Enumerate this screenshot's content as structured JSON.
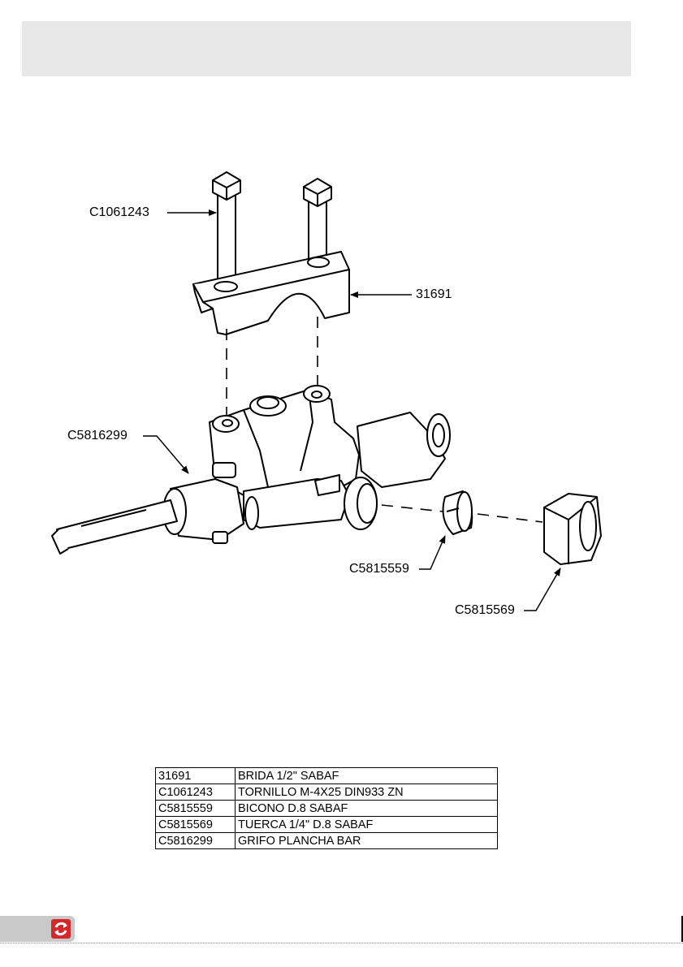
{
  "callouts": [
    {
      "id": "bolt",
      "label": "C1061243"
    },
    {
      "id": "bracket",
      "label": "31691"
    },
    {
      "id": "valve",
      "label": "C5816299"
    },
    {
      "id": "bicone",
      "label": "C5815559"
    },
    {
      "id": "nut",
      "label": "C5815569"
    }
  ],
  "parts_table": {
    "rows": [
      {
        "code": "31691",
        "description": "BRIDA 1/2\" SABAF"
      },
      {
        "code": "C1061243",
        "description": "TORNILLO M-4X25 DIN933 ZN"
      },
      {
        "code": "C5815559",
        "description": "BICONO D.8 SABAF"
      },
      {
        "code": "C5815569",
        "description": "TUERCA 1/4\" D.8 SABAF"
      },
      {
        "code": "C5816299",
        "description": "GRIFO PLANCHA BAR"
      }
    ]
  },
  "colors": {
    "header_band": "#e7e7e7",
    "logo_red": "#d3272c",
    "footer_tab": "#c9c9c9"
  },
  "icons": {
    "brand_logo": "refresh-arrows-icon"
  }
}
